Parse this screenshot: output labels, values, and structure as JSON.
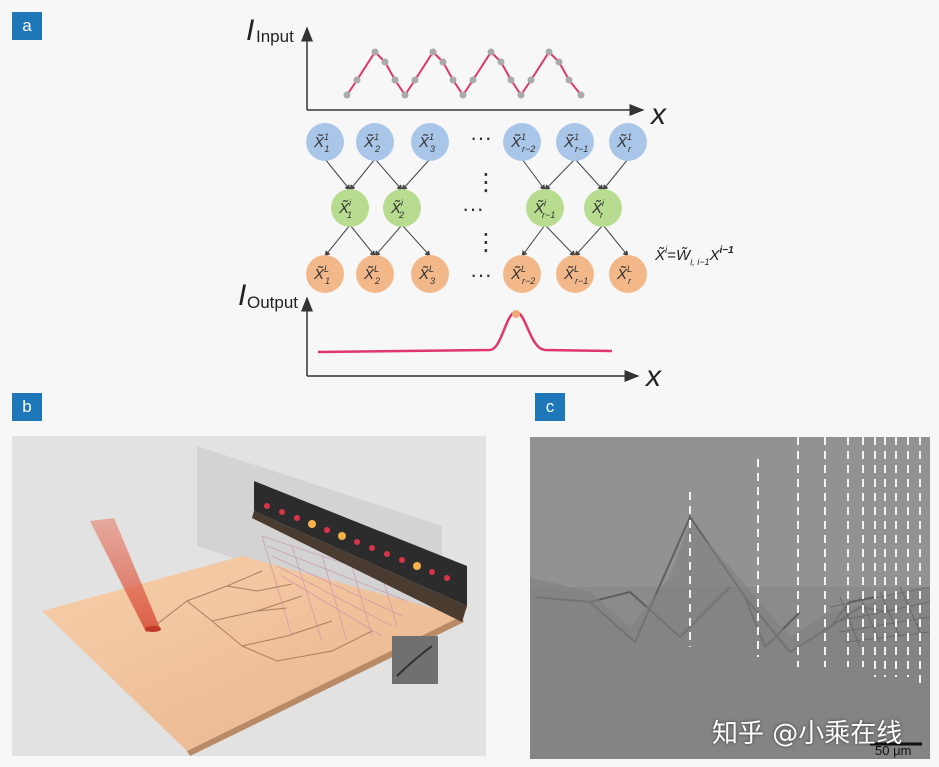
{
  "panels": {
    "a": {
      "label": "a"
    },
    "b": {
      "label": "b"
    },
    "c": {
      "label": "c"
    }
  },
  "diagram": {
    "input_axis": {
      "y_symbol": "I",
      "y_subscript": "Input",
      "x_symbol": "x"
    },
    "output_axis": {
      "y_symbol": "I",
      "y_subscript": "Output",
      "x_symbol": "x"
    },
    "ellipsis": "···",
    "vertical_dots": "⋮",
    "layer1_nodes": [
      {
        "base": "X̃",
        "sup": "1",
        "sub": "1"
      },
      {
        "base": "X̃",
        "sup": "1",
        "sub": "2"
      },
      {
        "base": "X̃",
        "sup": "1",
        "sub": "3"
      },
      {
        "base": "X̃",
        "sup": "1",
        "sub": "r−2"
      },
      {
        "base": "X̃",
        "sup": "1",
        "sub": "r−1"
      },
      {
        "base": "X̃",
        "sup": "1",
        "sub": "r"
      }
    ],
    "layer_i_nodes": [
      {
        "base": "X̃",
        "sup": "i",
        "sub": "1"
      },
      {
        "base": "X̃",
        "sup": "i",
        "sub": "2"
      },
      {
        "base": "X̃",
        "sup": "i",
        "sub": "r−1"
      },
      {
        "base": "X̃",
        "sup": "i",
        "sub": "r"
      }
    ],
    "layer_L_nodes": [
      {
        "base": "X̃",
        "sup": "L",
        "sub": "1"
      },
      {
        "base": "X̃",
        "sup": "L",
        "sub": "2"
      },
      {
        "base": "X̃",
        "sup": "L",
        "sub": "3"
      },
      {
        "base": "X̃",
        "sup": "L",
        "sub": "r−2"
      },
      {
        "base": "X̃",
        "sup": "L",
        "sub": "r−1"
      },
      {
        "base": "X̃",
        "sup": "L",
        "sub": "r"
      }
    ],
    "equation": {
      "lhs": "X̃",
      "lhs_sup": "i",
      "eq": "=",
      "w": "W̃",
      "w_sub": "i, i−1",
      "rhs": "X",
      "rhs_sup": "i−1"
    }
  },
  "panel_c": {
    "scale_bar": "50 μm"
  },
  "watermark": "知乎 @小乘在线",
  "colors": {
    "layer1": "#a9c6e8",
    "layer_i": "#b7db8f",
    "layer_L": "#f3b88a",
    "signal": "#e0366b",
    "badge": "#1d77b9"
  }
}
